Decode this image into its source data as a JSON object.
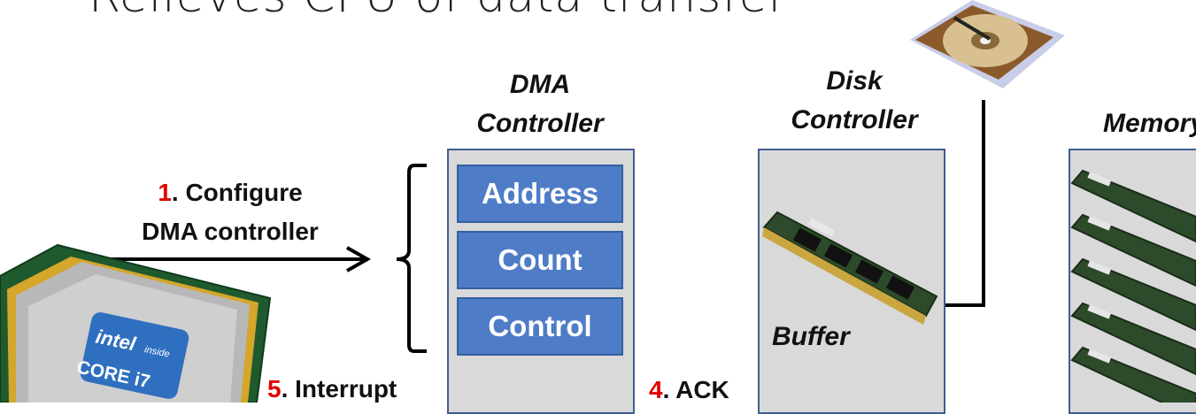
{
  "title": "Relieves CPU of data transfer",
  "dma": {
    "title_line1": "DMA",
    "title_line2": "Controller",
    "registers": [
      "Address",
      "Count",
      "Control"
    ]
  },
  "disk": {
    "title_line1": "Disk",
    "title_line2": "Controller",
    "buffer_label": "Buffer"
  },
  "memory": {
    "title": "Memory"
  },
  "steps": {
    "s1_num": "1",
    "s1_line1": ". Configure",
    "s1_line2": "DMA controller",
    "s5_num": "5",
    "s5_text": ". Interrupt",
    "s4_num": "4",
    "s4_text": ". ACK"
  },
  "cpu": {
    "brand": "intel",
    "inside": "inside",
    "model": "CORE i7"
  },
  "colors": {
    "accent_red": "#e00000",
    "register_blue": "#4f7cc6",
    "panel_gray": "#d9d9d9",
    "panel_border": "#3f5f8f"
  }
}
